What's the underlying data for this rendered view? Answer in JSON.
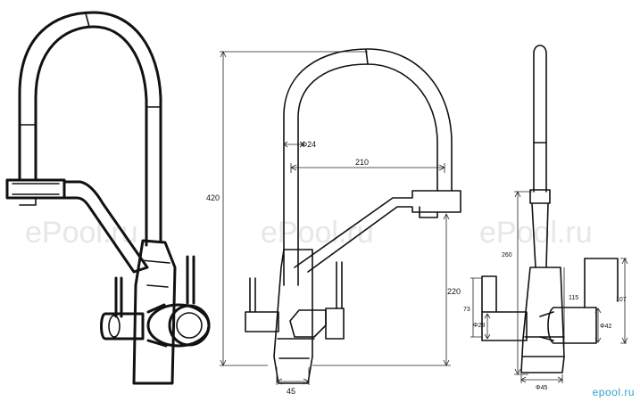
{
  "watermarks": [
    "ePool.ru",
    "ePool.ru",
    "ePool.ru"
  ],
  "brand_logo": "epool.ru",
  "dimensions": {
    "height_total": "420",
    "reach": "210",
    "diameter_spout": "Φ24",
    "height_outlet": "220",
    "base_width": "45",
    "side_height": "260",
    "side_73": "73",
    "side_phi28": "Φ28",
    "side_115": "115",
    "side_107": "107",
    "side_phi42": "Φ42",
    "side_phi45": "Φ45"
  }
}
